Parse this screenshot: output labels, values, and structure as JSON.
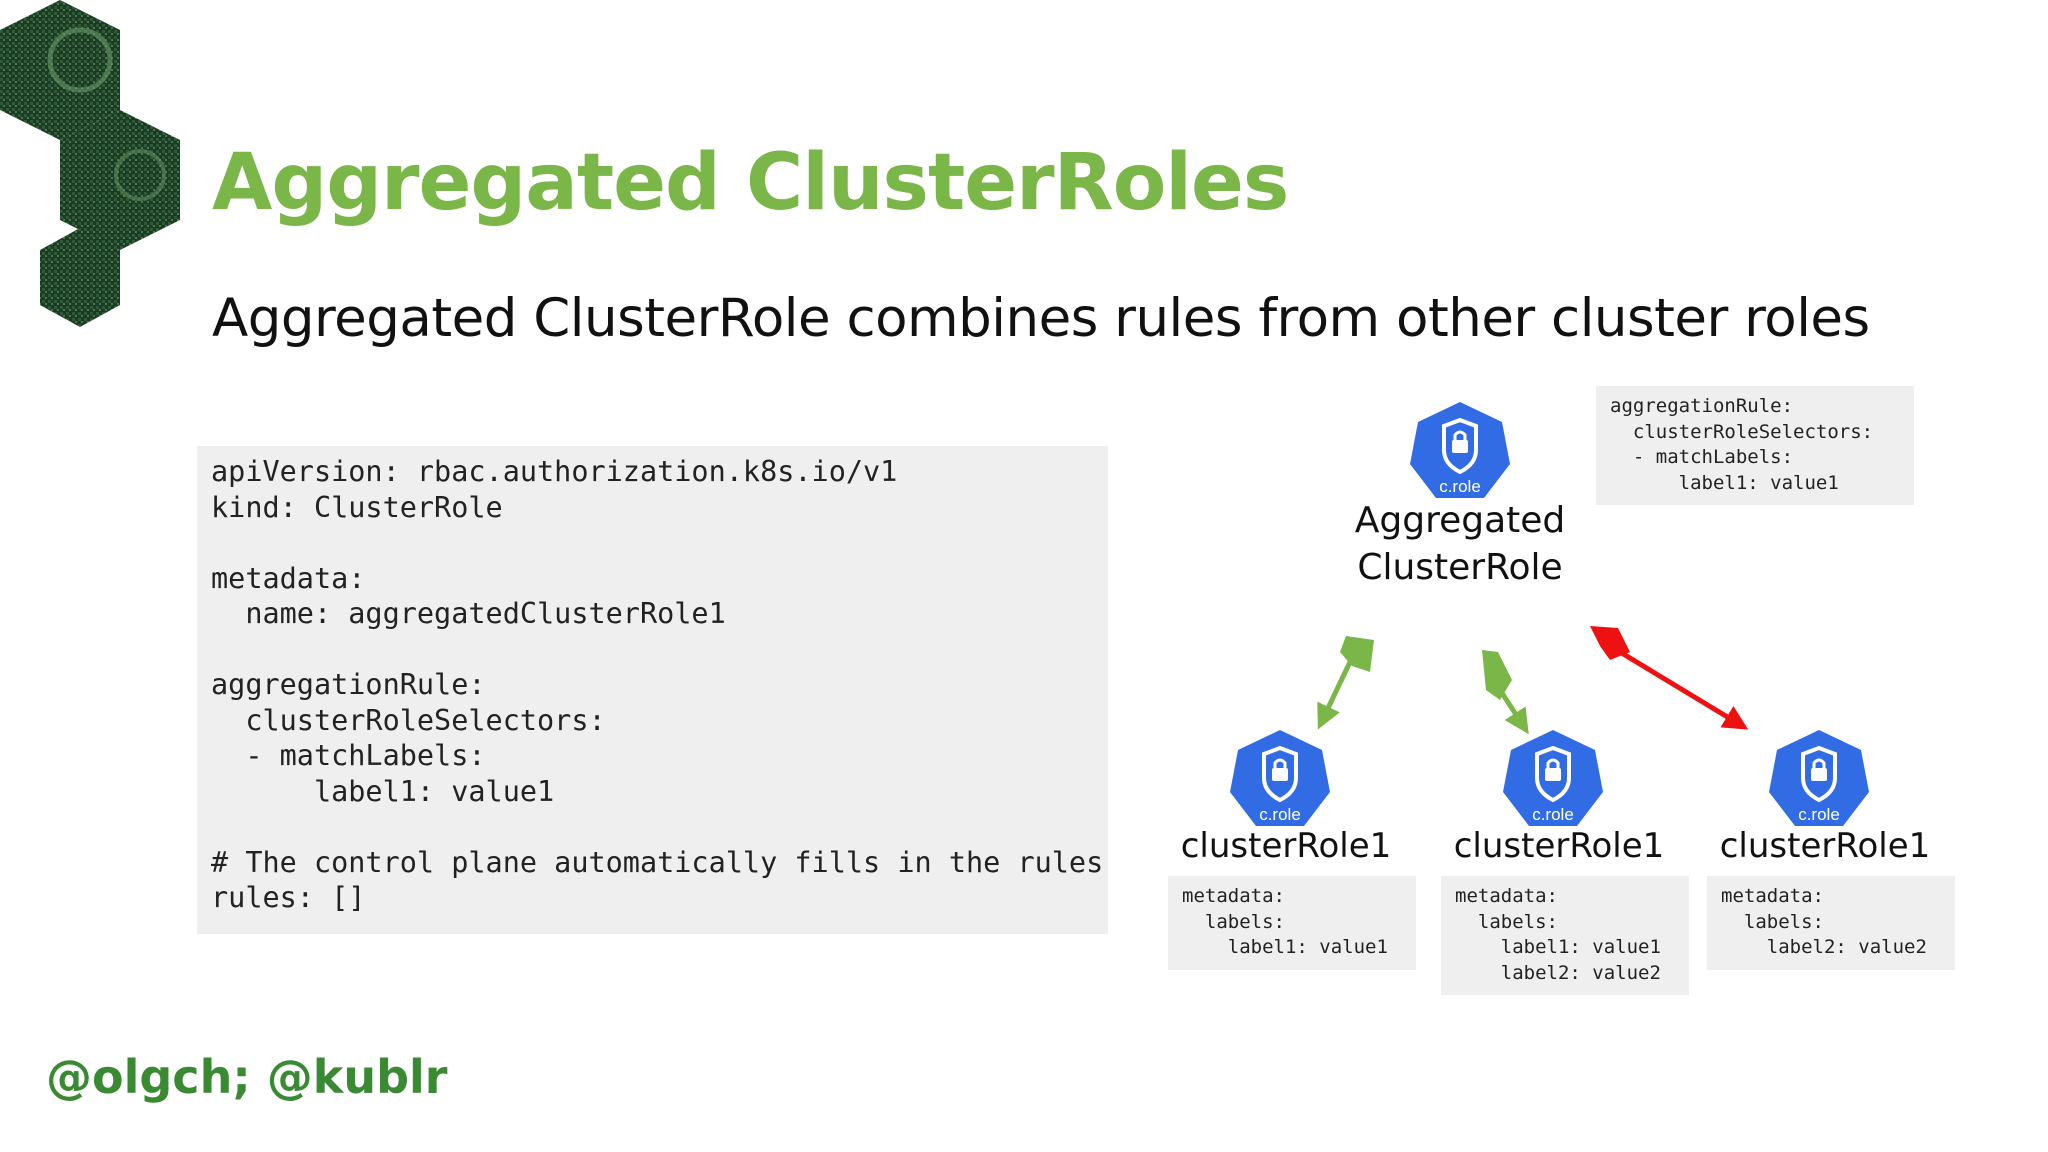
{
  "slide": {
    "title": "Aggregated ClusterRoles",
    "subtitle": "Aggregated ClusterRole combines rules from other cluster roles",
    "handle": "@olgch; @kublr"
  },
  "code": {
    "lines": [
      "apiVersion: rbac.authorization.k8s.io/v1",
      "kind: ClusterRole",
      "",
      "metadata:",
      "  name: aggregatedClusterRole1",
      "",
      "aggregationRule:",
      "  clusterRoleSelectors:",
      "  - matchLabels:",
      "      label1: value1",
      "",
      "# The control plane automatically fills in the rules",
      "rules: []"
    ]
  },
  "diagram": {
    "aggregated": {
      "icon_text": "c.role",
      "label_line1": "Aggregated",
      "label_line2": "ClusterRole",
      "snippet": [
        "aggregationRule:",
        "  clusterRoleSelectors:",
        "  - matchLabels:",
        "      label1: value1"
      ]
    },
    "roles": [
      {
        "icon_text": "c.role",
        "label": "clusterRole1",
        "snippet": [
          "metadata:",
          "  labels:",
          "    label1: value1"
        ],
        "arrow_color": "#7ab648"
      },
      {
        "icon_text": "c.role",
        "label": "clusterRole1",
        "snippet": [
          "metadata:",
          "  labels:",
          "    label1: value1",
          "    label2: value2"
        ],
        "arrow_color": "#7ab648"
      },
      {
        "icon_text": "c.role",
        "label": "clusterRole1",
        "snippet": [
          "metadata:",
          "  labels:",
          "    label2: value2"
        ],
        "arrow_color": "#ee1111"
      }
    ],
    "icon_color": "#326ce5"
  }
}
